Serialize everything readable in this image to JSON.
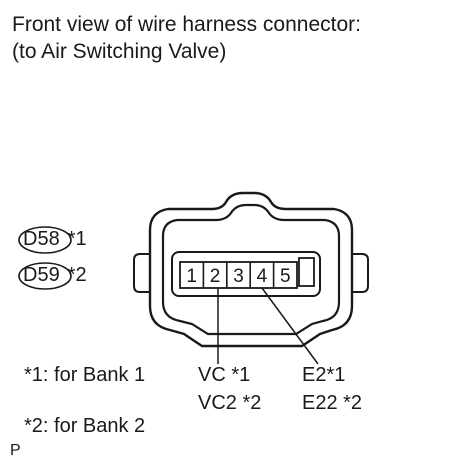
{
  "title": {
    "line1": "Front view of wire harness connector:",
    "line2": "(to Air Switching Valve)"
  },
  "connector_codes": [
    {
      "code": "D58",
      "note": "*1"
    },
    {
      "code": "D59",
      "note": "*2"
    }
  ],
  "pins": [
    "1",
    "2",
    "3",
    "4",
    "5"
  ],
  "terminal_labels": {
    "vc": [
      "VC *1",
      "VC2 *2"
    ],
    "e2": [
      "E2*1",
      "E22 *2"
    ]
  },
  "footnotes": [
    "*1: for Bank 1",
    "*2: for Bank 2"
  ],
  "footer_mark": "P"
}
